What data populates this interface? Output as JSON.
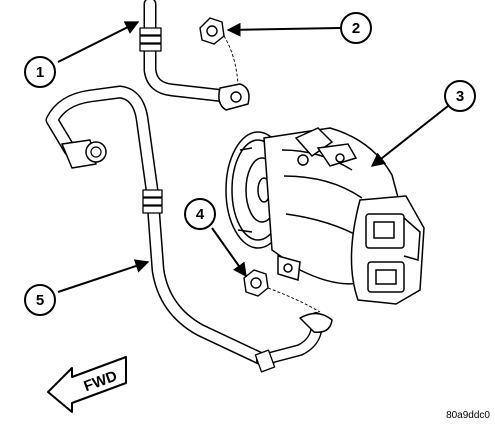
{
  "diagram": {
    "callouts": [
      {
        "label": "1"
      },
      {
        "label": "2"
      },
      {
        "label": "3"
      },
      {
        "label": "4"
      },
      {
        "label": "5"
      }
    ],
    "direction_arrow_label": "FWD",
    "figure_code": "80a9ddc0"
  }
}
